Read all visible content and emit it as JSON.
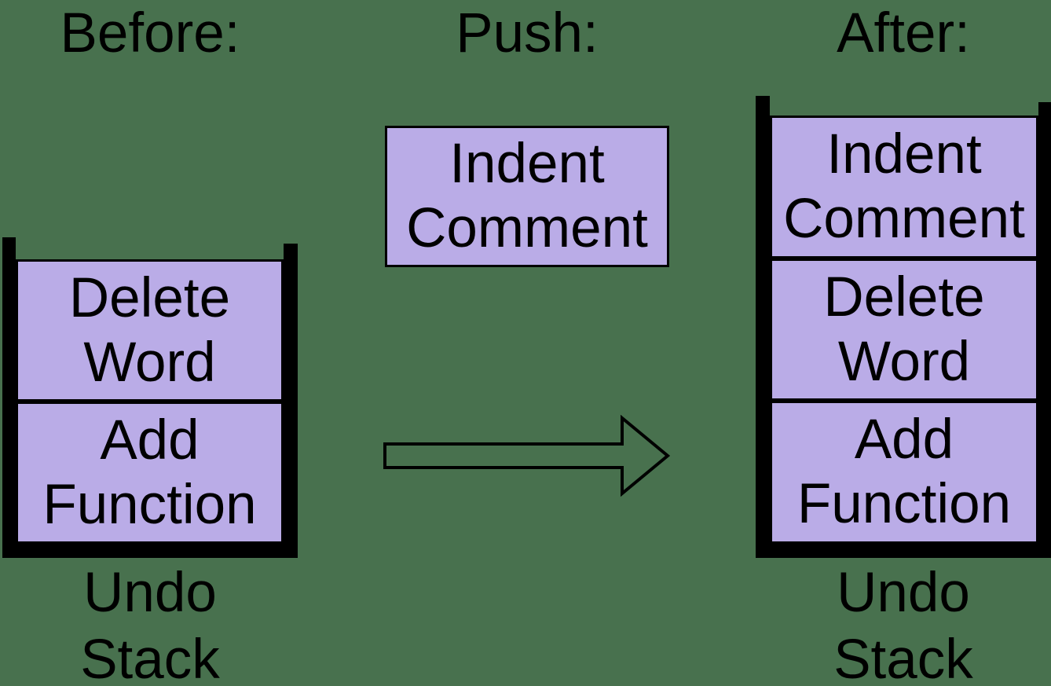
{
  "colors": {
    "background": "#48714e",
    "box_fill": "#baace7",
    "line": "#000000"
  },
  "sections": {
    "before": {
      "title": "Before:",
      "items": [
        "Delete\nWord",
        "Add\nFunction"
      ],
      "caption": "Undo\nStack"
    },
    "push": {
      "title": "Push:",
      "item": "Indent\nComment"
    },
    "after": {
      "title": "After:",
      "items": [
        "Indent\nComment",
        "Delete\nWord",
        "Add\nFunction"
      ],
      "caption": "Undo\nStack"
    }
  }
}
